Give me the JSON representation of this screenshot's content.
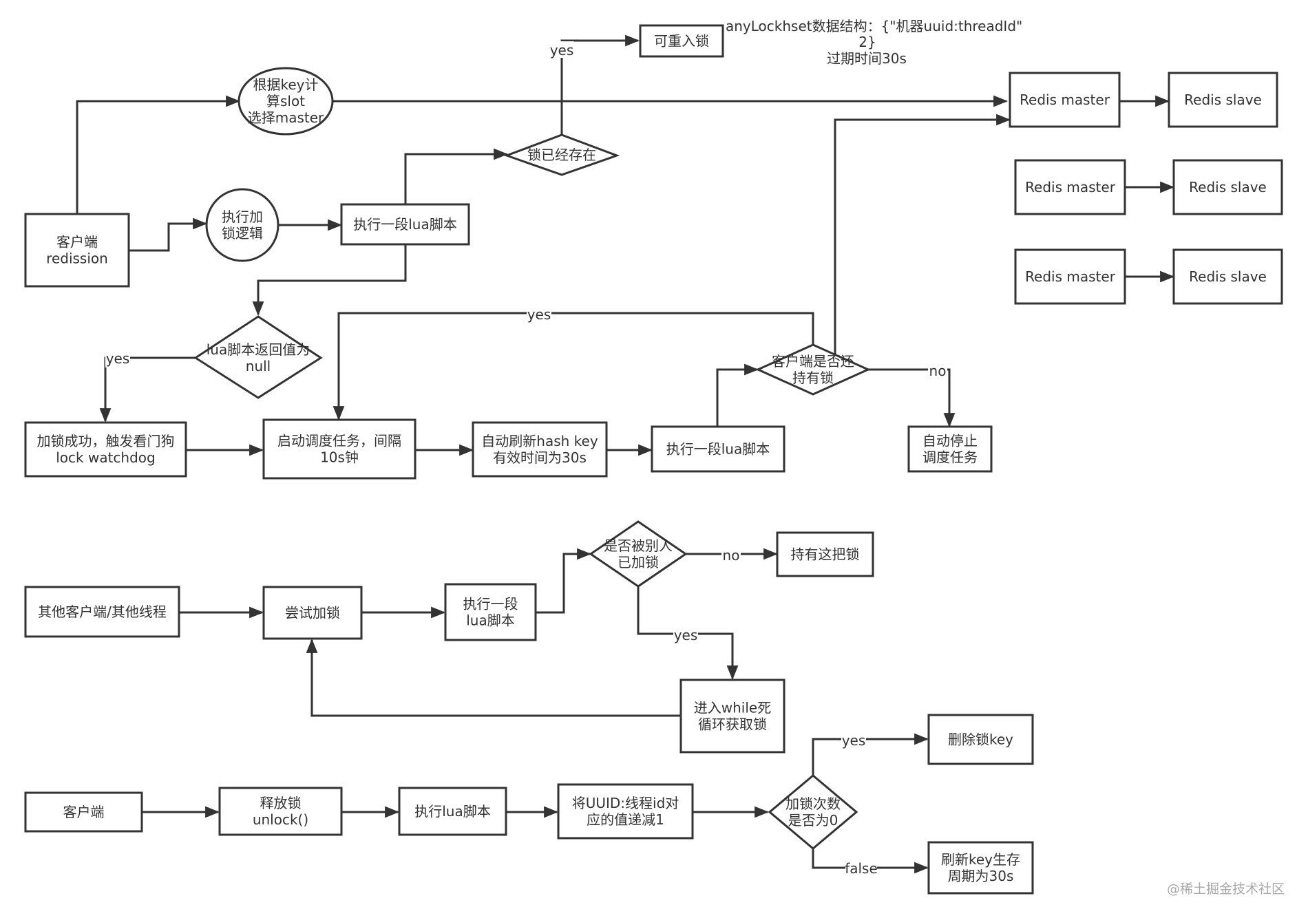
{
  "colors": {
    "stroke": "#333333",
    "text": "#333333",
    "watermark": "#a9a9a9",
    "background": "#ffffff"
  },
  "nodes": {
    "client_redission": [
      "客户端",
      "redission"
    ],
    "calc_slot": [
      "根据key计",
      "算slot",
      "选择master"
    ],
    "exec_lock_logic": [
      "执行加",
      "锁逻辑"
    ],
    "exec_lua_1": [
      "执行一段lua脚本"
    ],
    "lock_exists": [
      "锁已经存在"
    ],
    "reentrant_lock": [
      "可重入锁"
    ],
    "redis_master_1": [
      "Redis master"
    ],
    "redis_slave_1": [
      "Redis slave"
    ],
    "redis_master_2": [
      "Redis master"
    ],
    "redis_slave_2": [
      "Redis slave"
    ],
    "redis_master_3": [
      "Redis master"
    ],
    "redis_slave_3": [
      "Redis slave"
    ],
    "lua_return_null": [
      "lua脚本返回值为",
      "null"
    ],
    "lock_success": [
      "加锁成功，触发看门狗",
      "lock watchdog"
    ],
    "start_schedule": [
      "启动调度任务，间隔",
      "10s钟"
    ],
    "refresh_hash_key": [
      "自动刷新hash key",
      "有效时间为30s"
    ],
    "exec_lua_2": [
      "执行一段lua脚本"
    ],
    "client_holds_lock": [
      "客户端是否还",
      "持有锁"
    ],
    "stop_schedule": [
      "自动停止",
      "调度任务"
    ],
    "other_client": [
      "其他客户端/其他线程"
    ],
    "try_lock": [
      "尝试加锁"
    ],
    "exec_lua_3": [
      "执行一段",
      "lua脚本"
    ],
    "locked_by_other": [
      "是否被别人",
      "已加锁"
    ],
    "hold_lock": [
      "持有这把锁"
    ],
    "while_loop": [
      "进入while死",
      "循环获取锁"
    ],
    "client_3": [
      "客户端"
    ],
    "release_lock": [
      "释放锁",
      "unlock()"
    ],
    "exec_lua_4": [
      "执行lua脚本"
    ],
    "decrement_uuid": [
      "将UUID:线程id对",
      "应的值递减1"
    ],
    "lock_count_zero": [
      "加锁次数",
      "是否为0"
    ],
    "delete_lock_key": [
      "删除锁key"
    ],
    "refresh_key_ttl": [
      "刷新key生存",
      "周期为30s"
    ]
  },
  "edge_labels": {
    "lock_exists_yes": "yes",
    "lua_null_yes": "yes",
    "holds_lock_yes": "yes",
    "holds_lock_no": "no",
    "locked_by_other_no": "no",
    "locked_by_other_yes": "yes",
    "count_zero_yes": "yes",
    "count_zero_false": "false"
  },
  "note": {
    "line1": "anyLockhset数据结构：{\"机器uuid:threadId\"",
    "line2": "2}",
    "line3": "过期时间30s"
  },
  "watermark": "@稀土掘金技术社区"
}
